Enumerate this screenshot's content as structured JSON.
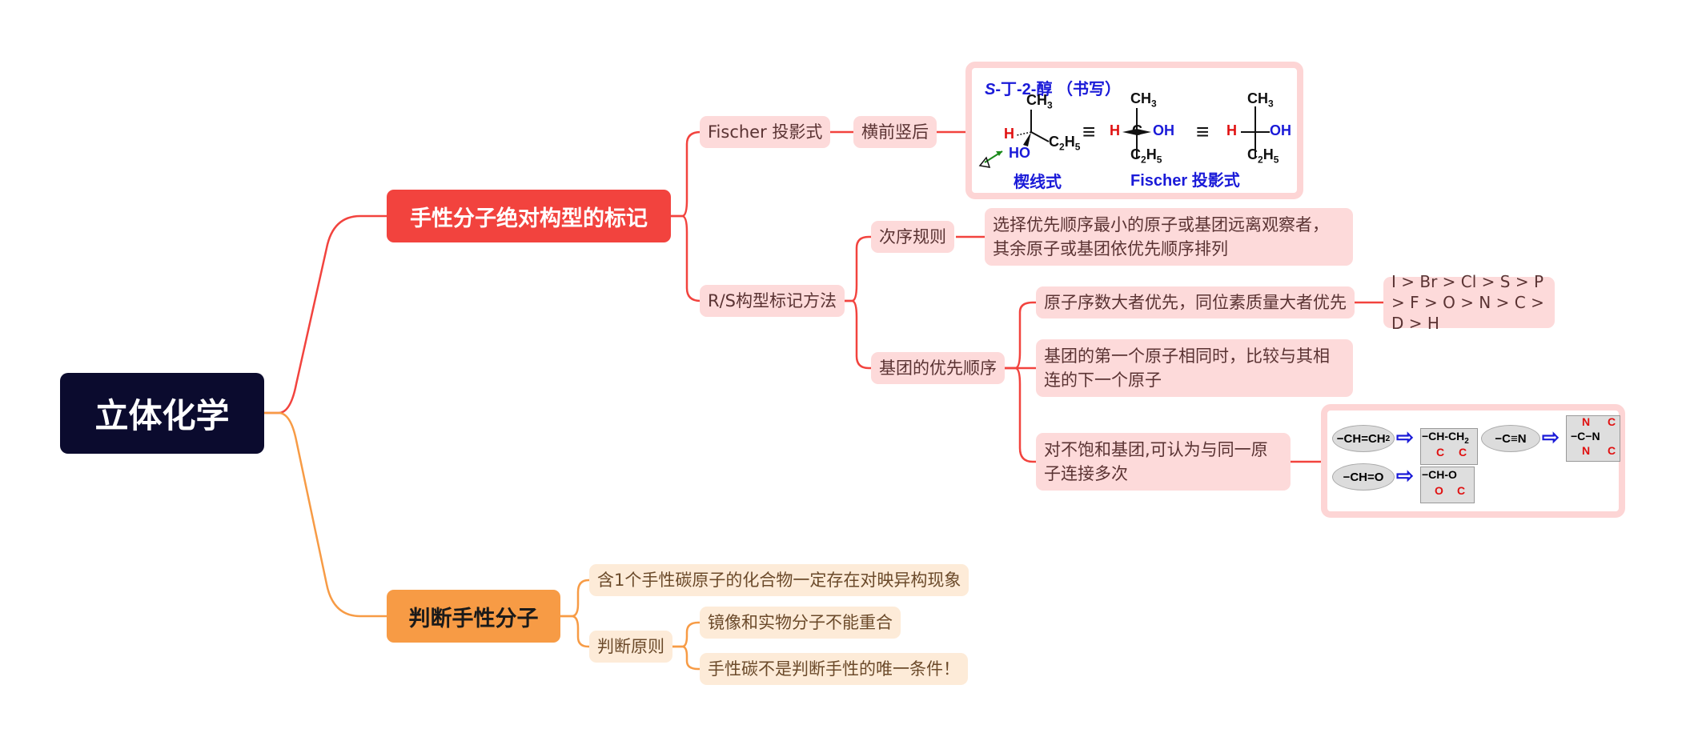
{
  "root": {
    "label": "立体化学"
  },
  "branch1": {
    "label": "手性分子绝对构型的标记",
    "fischer": {
      "label": "Fischer 投影式",
      "child": "横前竖后",
      "figure": {
        "title_s": "S",
        "title_rest": "-丁-2-醇 （书写）",
        "wedge_caption": "楔线式",
        "fischer_caption": "Fischer 投影式",
        "ch3": "CH",
        "c2h5": "C",
        "h": "H",
        "ho": "HO",
        "oh": "OH",
        "c": "C",
        "equiv": "≡"
      }
    },
    "rs": {
      "label": "R/S构型标记方法",
      "order_rule": {
        "label": "次序规则",
        "detail": "选择优先顺序最小的原子或基团远离观察者，其余原子或基团依优先顺序排列"
      },
      "group_priority": {
        "label": "基团的优先顺序",
        "items": [
          {
            "text": "原子序数大者优先，同位素质量大者优先",
            "example": "I > Br > Cl > S > P > F > O > N > C > D > H"
          },
          {
            "text": "基团的第一个原子相同时，比较与其相连的下一个原子"
          },
          {
            "text": "对不饱和基团,可认为与同一原子连接多次"
          }
        ],
        "figure": {
          "vinyl": "−CH=CH",
          "vinyl_expanded": "−CH-CH",
          "cyano": "−C≡N",
          "cyano_expanded": "−C−N",
          "aldehyde": "−CH=O",
          "aldehyde_expanded": "−CH-O",
          "c": "C",
          "n": "N",
          "o": "O",
          "sub2": "2"
        }
      }
    }
  },
  "branch2": {
    "label": "判断手性分子",
    "items": [
      {
        "text": "含1个手性碳原子的化合物一定存在对映异构现象"
      },
      {
        "text": "判断原则",
        "children": [
          "镜像和实物分子不能重合",
          "手性碳不是判断手性的唯一条件！"
        ]
      }
    ]
  },
  "colors": {
    "root": "#0b0b2e",
    "branch1": "#f2433e",
    "branch2": "#f79b45",
    "pink_node": "#fddada",
    "peach_node": "#fdebd8"
  }
}
